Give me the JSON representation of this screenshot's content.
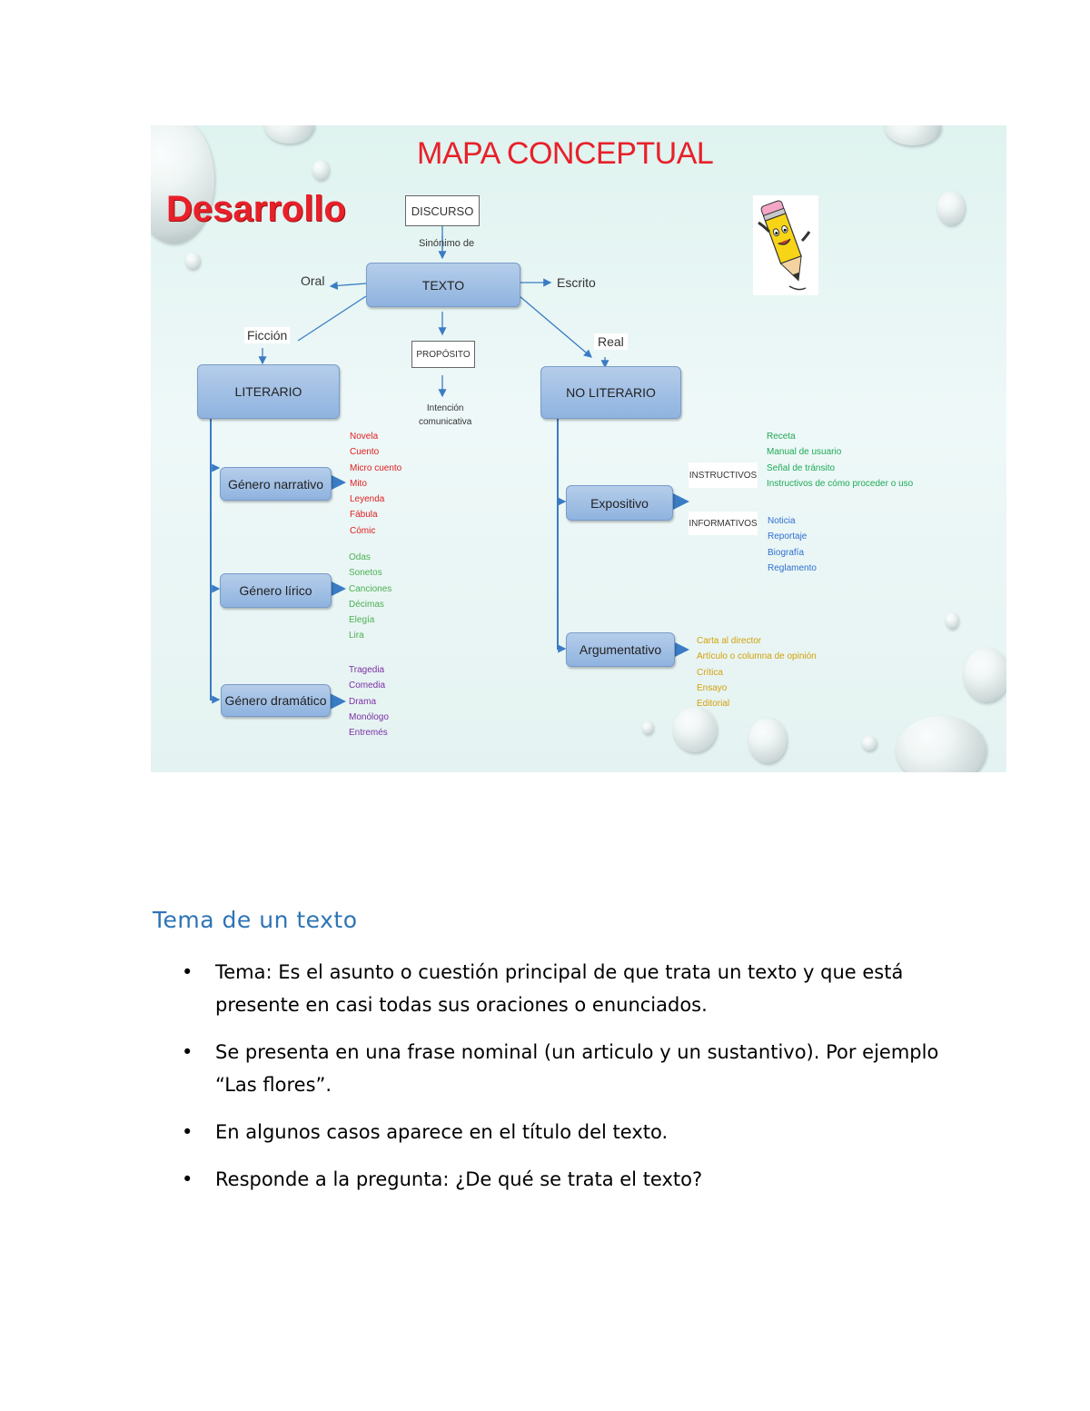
{
  "diagram": {
    "title": "MAPA CONCEPTUAL",
    "subtitle": "Desarrollo",
    "discurso": "DISCURSO",
    "sinonimo": "Sinónimo de",
    "texto": "TEXTO",
    "oral": "Oral",
    "escrito": "Escrito",
    "ficcion": "Ficción",
    "real": "Real",
    "proposito": "PROPÓSITO",
    "intencion_1": "Intención",
    "intencion_2": "comunicativa",
    "literario": "LITERARIO",
    "no_literario": "NO LITERARIO",
    "genero_narrativo": "Género narrativo",
    "genero_lirico": "Género lírico",
    "genero_dramatico": "Género dramático",
    "narrativo_items": [
      "Novela",
      "Cuento",
      "Micro cuento",
      "Mito",
      "Leyenda",
      "Fábula",
      "Cómic"
    ],
    "lirico_items": [
      "Odas",
      "Sonetos",
      "Canciones",
      "Décimas",
      "Elegía",
      "Lira"
    ],
    "dramatico_items": [
      "Tragedia",
      "Comedia",
      "Drama",
      "Monólogo",
      "Entremés"
    ],
    "expositivo": "Expositivo",
    "argumentativo": "Argumentativo",
    "instructivos": "INSTRUCTIVOS",
    "informativos": "INFORMATIVOS",
    "instructivos_items": [
      "Receta",
      "Manual de usuario",
      "Señal de tránsito",
      "Instructivos de cómo proceder o uso"
    ],
    "informativos_items": [
      "Noticia",
      "Reportaje",
      "Biografía",
      "Reglamento"
    ],
    "argumentativo_items": [
      "Carta al director",
      "Artículo o columna de opinión",
      "Crítica",
      "Ensayo",
      "Editorial"
    ],
    "colors": {
      "title": "#e8202a",
      "narrativo": "#e01e1e",
      "lirico": "#4caf50",
      "dramatico": "#7b2fa5",
      "instructivos": "#1faa55",
      "informativos": "#2f6fd0",
      "argumentativo": "#d4a10a",
      "arrow": "#3a7cc4"
    },
    "icon": "pencil-mascot-icon"
  },
  "section": {
    "title": "Tema de un texto",
    "bullet_glyph": "•",
    "bullets": [
      "Tema: Es el asunto o cuestión principal de que trata un texto y que está presente en casi todas sus oraciones o enunciados.",
      "Se presenta en una frase nominal (un articulo y un sustantivo). Por ejemplo “Las flores”.",
      "En algunos casos aparece en el título del texto.",
      "Responde a la pregunta: ¿De qué se trata el texto?"
    ]
  }
}
